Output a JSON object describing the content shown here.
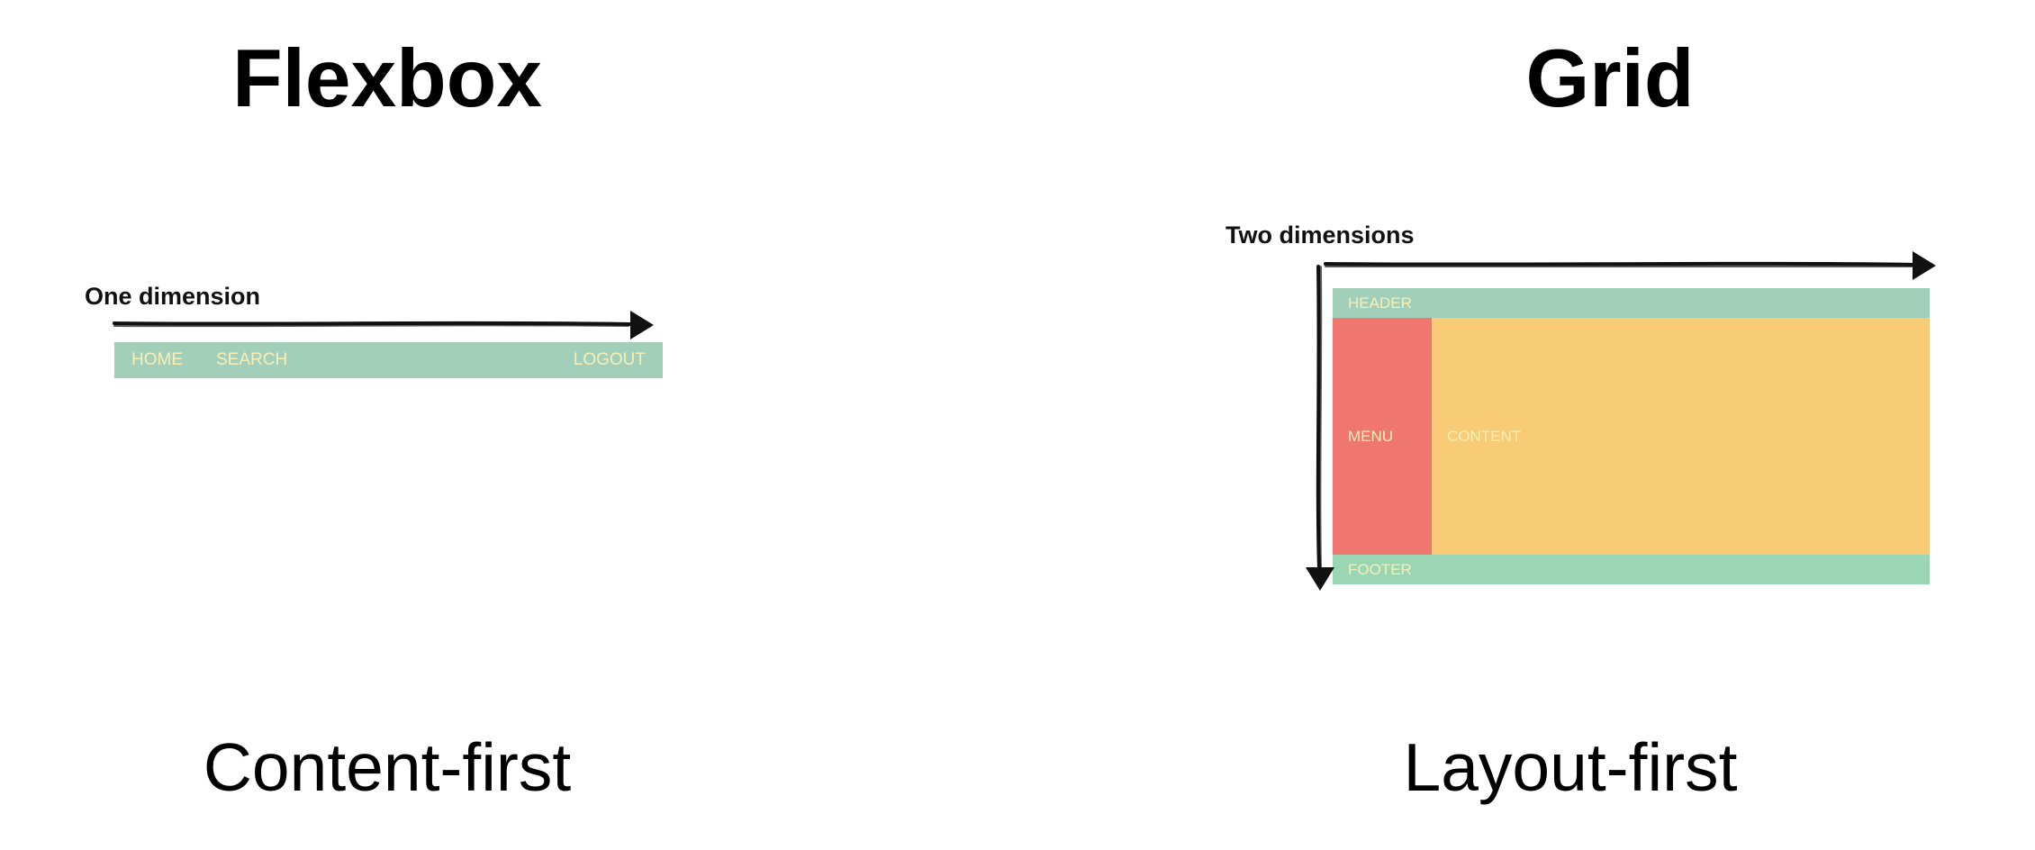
{
  "flexbox": {
    "title": "Flexbox",
    "dimension_label": "One dimension",
    "nav_items": [
      "HOME",
      "SEARCH",
      "LOGOUT"
    ],
    "caption": "Content-first"
  },
  "grid": {
    "title": "Grid",
    "dimension_label": "Two dimensions",
    "areas": {
      "header": "HEADER",
      "menu": "MENU",
      "content": "CONTENT",
      "footer": "FOOTER"
    },
    "caption": "Layout-first"
  },
  "colors": {
    "bar_green": "#a2cfba",
    "footer_green": "#9ad6b4",
    "menu_red": "#ef776f",
    "content_orange": "#f8cb77",
    "label_text": "#f8efb6"
  }
}
